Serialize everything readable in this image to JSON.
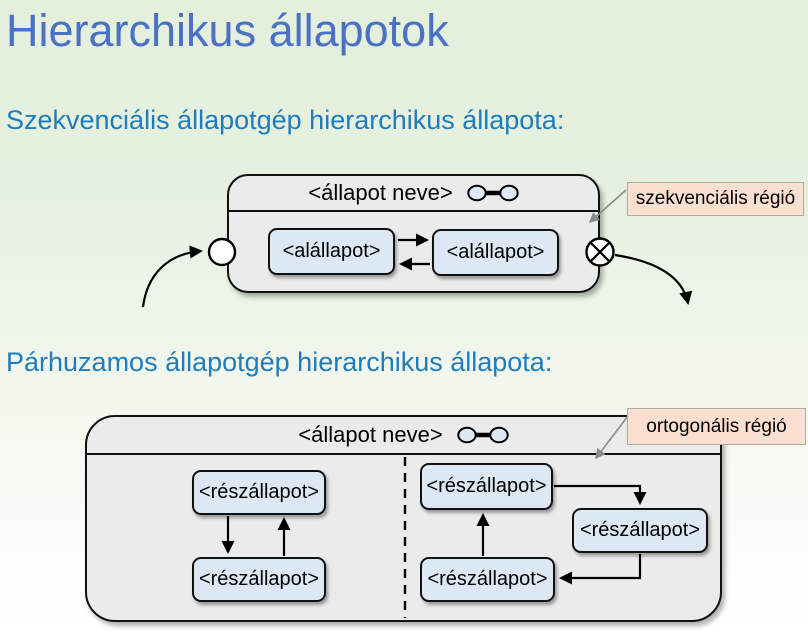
{
  "title": "Hierarchikus állapotok",
  "sections": [
    {
      "heading": "Szekvenciális állapotgép hierarchikus állapota:",
      "diagram": {
        "state_name": "<állapot neve>",
        "substates": [
          "<alállapot>",
          "<alállapot>"
        ],
        "region_label": "szekvenciális régió",
        "icons": [
          "composite-state-icon",
          "entry-point",
          "exit-point"
        ]
      }
    },
    {
      "heading": "Párhuzamos állapotgép hierarchikus állapota:",
      "diagram": {
        "state_name": "<állapot neve>",
        "regions": [
          {
            "substates": [
              "<részállapot>",
              "<részállapot>"
            ]
          },
          {
            "substates": [
              "<részállapot>",
              "<részállapot>",
              "<részállapot>"
            ]
          }
        ],
        "region_label": "ortogonális régió",
        "icons": [
          "composite-state-icon"
        ]
      }
    }
  ],
  "colors": {
    "background_top": "#e4efdc",
    "background_bottom": "#ffffff",
    "title_text": "#4a72c4",
    "heading_text": "#1f7cbd",
    "state_fill": "#ebebeb",
    "state_border": "#111111",
    "substate_fill": "#dce9f5",
    "callout_fill": "#fbdfd1",
    "callout_border": "#b5a8a0",
    "leader_arrow": "#8c8c8c"
  }
}
